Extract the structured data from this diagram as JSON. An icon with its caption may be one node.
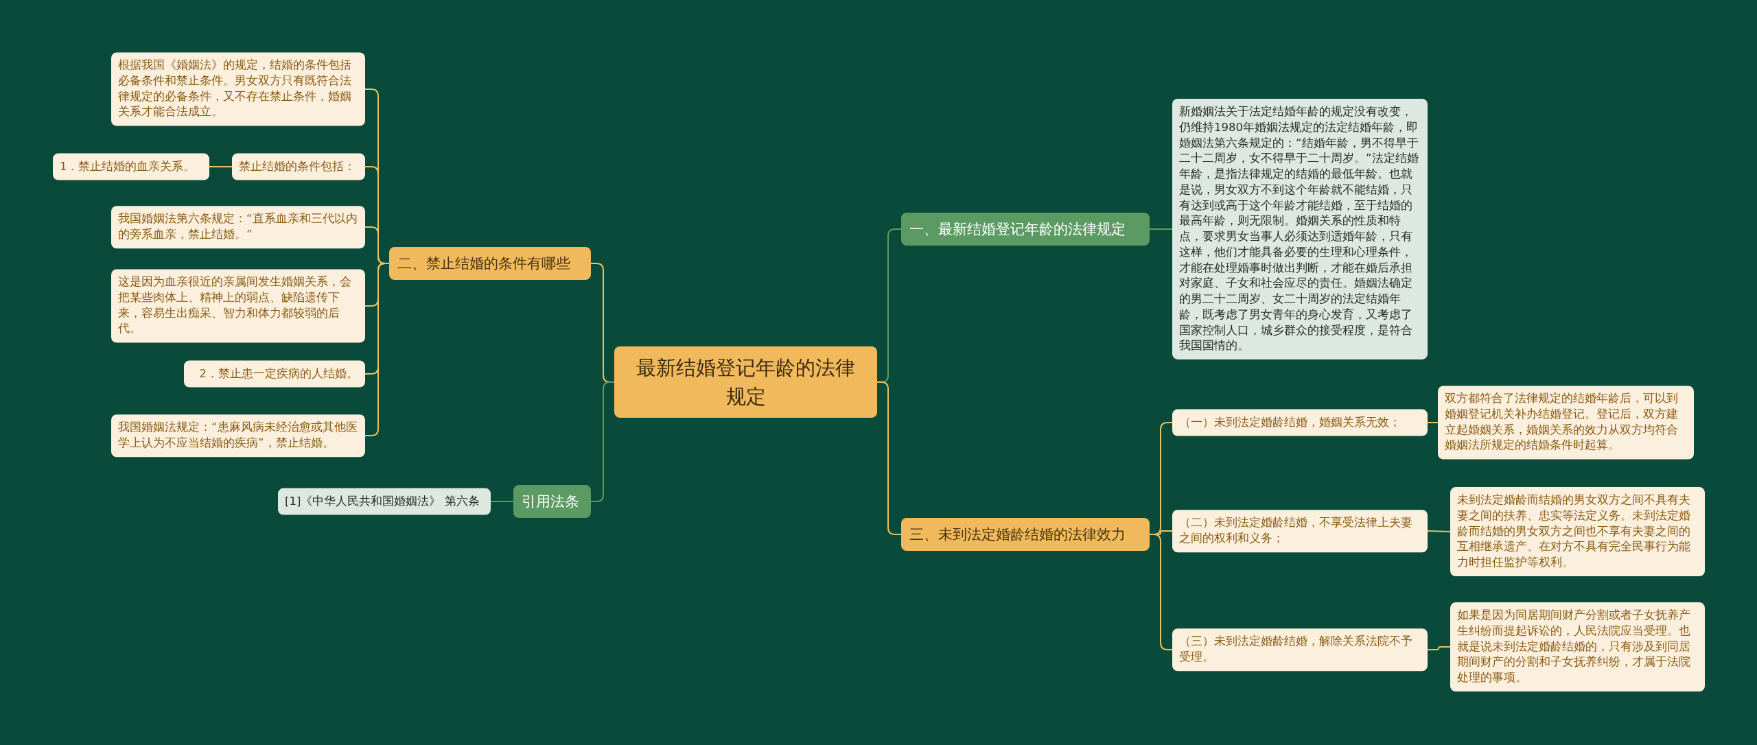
{
  "diagram": {
    "nodes": [
      {
        "text": [
          "最新结婚登记年龄的法律规定"
        ]
      },
      {
        "text": [
          "一、最新结婚登记年龄的法律规定"
        ]
      },
      {
        "text": [
          "新婚姻法关于法定结婚年龄的规定没有改变，仍维持1980年婚姻法规定的法定结婚年龄，即婚姻法第六条规定的：“结婚年龄，男不得早于二十二周岁，女不得早于二十周岁。”法定结婚年龄，是指法律规定的结婚的最低年龄。也就是说，男女双方不到这个年龄就不能结婚，只有达到或高于这个年龄才能结婚，至于结婚的最高年龄，则无限制。婚姻关系的性质和特点，要求男女当事人必须达到适婚年龄，只有这样，他们才能具备必要的生理和心理条件，才能在处理婚事时做出判断，才能在婚后承担对家庭、子女和社会应尽的责任。婚姻法确定的男二十二周岁、女二十周岁的法定结婚年龄，既考虑了男女青年的身心发育，又考虑了国家控制人口，城乡群众的接受程度，是符合我国国情的。"
        ]
      },
      {
        "text": [
          "三、未到法定婚龄结婚的法律效力"
        ]
      },
      {
        "text": [
          "（一）未到法定婚龄结婚，婚姻关系无效；"
        ]
      },
      {
        "text": [
          "双方都符合了法律规定的结婚年龄后，可以到婚姻登记机关补办结婚登记。登记后，双方建立起婚姻关系，婚姻关系的效力从双方均符合婚姻法所规定的结婚条件时起算。"
        ]
      },
      {
        "text": [
          "（二）未到法定婚龄结婚，不享受法律上夫妻之间的权利和义务；"
        ]
      },
      {
        "text": [
          "未到法定婚龄而结婚的男女双方之间不具有夫妻之间的扶养、忠实等法定义务。未到法定婚龄而结婚的男女双方之间也不享有夫妻之间的互相继承遗产、在对方不具有完全民事行为能力时担任监护等权利。"
        ]
      },
      {
        "text": [
          "（三）未到法定婚龄结婚，解除关系法院不予受理。"
        ]
      },
      {
        "text": [
          "如果是因为同居期间财产分割或者子女抚养产生纠纷而提起诉讼的，人民法院应当受理。也就是说未到法定婚龄结婚的，只有涉及到同居期间财产的分割和子女抚养纠纷，才属于法院处理的事项。"
        ]
      },
      {
        "text": [
          "二、禁止结婚的条件有哪些"
        ]
      },
      {
        "text": [
          "根据我国《婚姻法》的规定，结婚的条件包括必备条件和禁止条件。男女双方只有既符合法律规定的必备条件，又不存在禁止条件，婚姻关系才能合法成立。"
        ]
      },
      {
        "text": [
          "禁止结婚的条件包括："
        ]
      },
      {
        "text": [
          "1．禁止结婚的血亲关系。"
        ]
      },
      {
        "text": [
          "我国婚姻法第六条规定：“直系血亲和三代以内的旁系血亲，禁止结婚。”"
        ]
      },
      {
        "text": [
          "这是因为血亲很近的亲属间发生婚姻关系，会把某些肉体上、精神上的弱点、缺陷遗传下来，容易生出痴呆、智力和体力都较弱的后代。"
        ]
      },
      {
        "text": [
          "2．禁止患一定疾病的人结婚。"
        ]
      },
      {
        "text": [
          "我国婚姻法规定：“患麻风病未经治愈或其他医学上认为不应当结婚的疾病”，禁止结婚。"
        ]
      },
      {
        "text": [
          "引用法条"
        ]
      },
      {
        "text": [
          "[1]《中华人民共和国婚姻法》 第六条"
        ]
      }
    ],
    "edges": [
      {
        "from": 0,
        "to": 1,
        "arrow": "none",
        "color": "#5b9a63"
      },
      {
        "from": 1,
        "to": 2,
        "arrow": "none",
        "color": "#5b9a63"
      },
      {
        "from": 0,
        "to": 3,
        "arrow": "none"
      },
      {
        "from": 3,
        "to": 4,
        "arrow": "none"
      },
      {
        "from": 4,
        "to": 5,
        "arrow": "none"
      },
      {
        "from": 3,
        "to": 6,
        "arrow": "none"
      },
      {
        "from": 6,
        "to": 7,
        "arrow": "none"
      },
      {
        "from": 3,
        "to": 8,
        "arrow": "none"
      },
      {
        "from": 8,
        "to": 9,
        "arrow": "none"
      },
      {
        "from": 0,
        "to": 10,
        "arrow": "none"
      },
      {
        "from": 10,
        "to": 11,
        "arrow": "none"
      },
      {
        "from": 10,
        "to": 12,
        "arrow": "none"
      },
      {
        "from": 12,
        "to": 13,
        "arrow": "none"
      },
      {
        "from": 10,
        "to": 14,
        "arrow": "none"
      },
      {
        "from": 10,
        "to": 15,
        "arrow": "none"
      },
      {
        "from": 10,
        "to": 16,
        "arrow": "none"
      },
      {
        "from": 10,
        "to": 17,
        "arrow": "none"
      },
      {
        "from": 0,
        "to": 18,
        "arrow": "none",
        "color": "#5b9a63"
      },
      {
        "from": 18,
        "to": 19,
        "arrow": "none",
        "color": "#5b9a63"
      }
    ]
  }
}
